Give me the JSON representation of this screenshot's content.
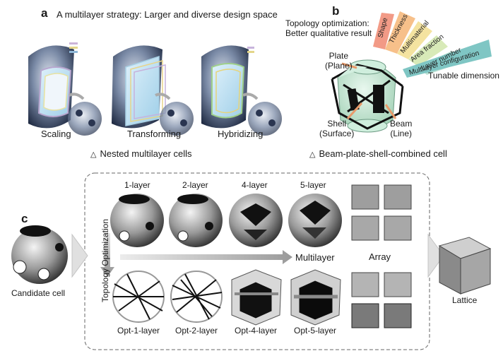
{
  "panel_a": {
    "letter": "a",
    "title": "A multilayer strategy:  Larger and diverse design space",
    "labels": [
      "Scaling",
      "Transforming",
      "Hybridizing"
    ],
    "caption": "Nested multilayer cells"
  },
  "panel_b": {
    "letter": "b",
    "title_line1": "Topology optimization:",
    "title_line2": "Better qualitative result",
    "fan_labels": [
      "Shape",
      "Thickness",
      "Multimaterial",
      "Area fraction",
      "Layer number",
      "Multilayer configuration"
    ],
    "fan_colors": [
      "#f29a86",
      "#f7c08a",
      "#f4e3a0",
      "#d8eab8",
      "#b9e0d2",
      "#7fc6c4"
    ],
    "tunable": "Tunable dimension",
    "plate_line1": "Plate",
    "plate_line2": "(Plane)",
    "shell_line1": "Shell",
    "shell_line2": "(Surface)",
    "beam_line1": "Beam",
    "beam_line2": "(Line)",
    "caption": "Beam-plate-shell-combined cell"
  },
  "panel_c": {
    "letter": "c",
    "candidate": "Candidate cell",
    "top_labels": [
      "1-layer",
      "2-layer",
      "4-layer",
      "5-layer"
    ],
    "bottom_labels": [
      "Opt-1-layer",
      "Opt-2-layer",
      "Opt-4-layer",
      "Opt-5-layer"
    ],
    "topology_label": "Topology Optimization",
    "multilayer_label": "Multilayer",
    "array_label": "Array",
    "lattice_label": "Lattice"
  }
}
